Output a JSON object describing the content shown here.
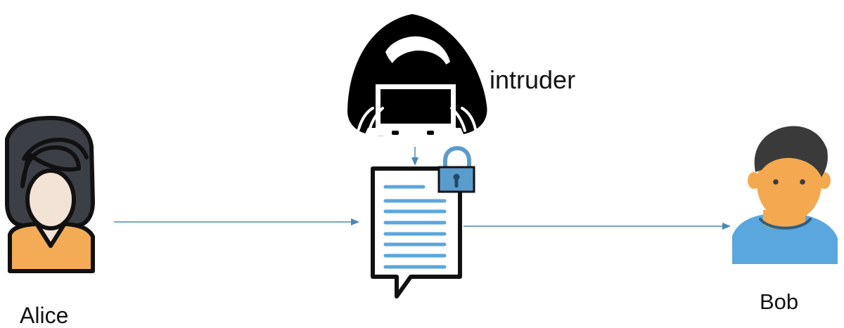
{
  "labels": {
    "alice": "Alice",
    "bob": "Bob",
    "intruder": "intruder"
  },
  "icons": {
    "alice": "woman-avatar-icon",
    "bob": "man-avatar-icon",
    "intruder": "hooded-hacker-laptop-icon",
    "message": "document-message-icon",
    "lock": "padlock-icon"
  },
  "colors": {
    "arrow": "#4a88b6",
    "skin": "#f3e3d7",
    "alice_hair": "#3d3f46",
    "alice_shirt": "#f3ac55",
    "bob_skin": "#f4a84f",
    "bob_hair": "#3a3a3a",
    "bob_shirt": "#5aa7dd",
    "message_lines": "#5ba6dd",
    "lock_body": "#5a9ccc",
    "outline": "#111111"
  }
}
